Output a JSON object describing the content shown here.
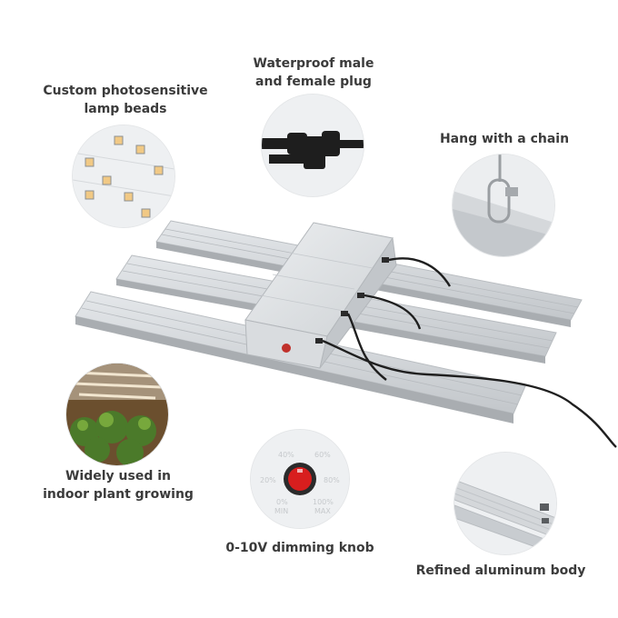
{
  "features": {
    "lamp_beads": {
      "line1": "Custom photosensitive",
      "line2": "lamp beads"
    },
    "plug": {
      "line1": "Waterproof male",
      "line2": "and female plug"
    },
    "chain": {
      "line1": "Hang with a chain"
    },
    "indoor": {
      "line1": "Widely used in",
      "line2": "indoor plant growing"
    },
    "dimming": {
      "line1": "0-10V dimming knob"
    },
    "aluminum": {
      "line1": "Refined aluminum body"
    }
  },
  "knob": {
    "t40": "40%",
    "t60": "60%",
    "t20": "20%",
    "t80": "80%",
    "t0": "0%",
    "tmin": "MIN",
    "t100": "100%",
    "tmax": "MAX"
  },
  "colors": {
    "label": "#3b3b3b",
    "knob": "#d81e1e",
    "aluminum": "#d3d6d9"
  }
}
